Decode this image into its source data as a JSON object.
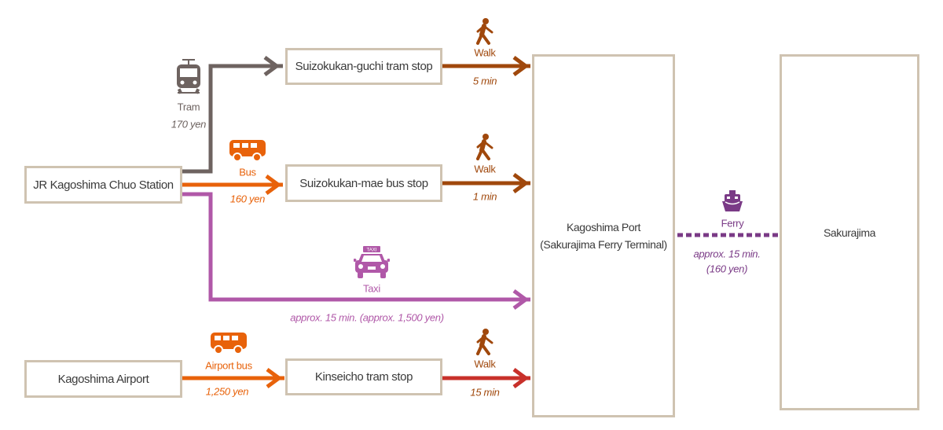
{
  "colors": {
    "tram": "#6e6360",
    "bus": "#e8620a",
    "walk": "#a0480c",
    "taxi": "#b058a8",
    "walk_red": "#c8302a",
    "ferry": "#7a3a86",
    "box_border": "#cfc3b1"
  },
  "nodes": {
    "jr_station": "JR Kagoshima Chuo Station",
    "airport": "Kagoshima Airport",
    "guchi": "Suizokukan-guchi tram stop",
    "mae": "Suizokukan-mae bus stop",
    "kinseicho": "Kinseicho tram stop",
    "port_line1": "Kagoshima Port",
    "port_line2": "(Sakurajima Ferry Terminal)",
    "sakurajima": "Sakurajima"
  },
  "routes": {
    "tram": {
      "icon": "tram-icon",
      "mode": "Tram",
      "detail": "170 yen"
    },
    "bus": {
      "icon": "bus-icon",
      "mode": "Bus",
      "detail": "160 yen"
    },
    "taxi": {
      "icon": "taxi-icon",
      "mode": "Taxi",
      "detail": "approx. 15 min. (approx. 1,500 yen)",
      "sign": "TAXI"
    },
    "airport_bus": {
      "icon": "bus-icon",
      "mode": "Airport bus",
      "detail": "1,250 yen"
    },
    "walk1": {
      "icon": "walk-icon",
      "mode": "Walk",
      "detail": "5 min"
    },
    "walk2": {
      "icon": "walk-icon",
      "mode": "Walk",
      "detail": "1 min"
    },
    "walk3": {
      "icon": "walk-icon",
      "mode": "Walk",
      "detail": "15 min"
    },
    "ferry": {
      "icon": "ferry-icon",
      "mode": "Ferry",
      "detail1": "approx. 15 min.",
      "detail2": "(160 yen)"
    }
  }
}
